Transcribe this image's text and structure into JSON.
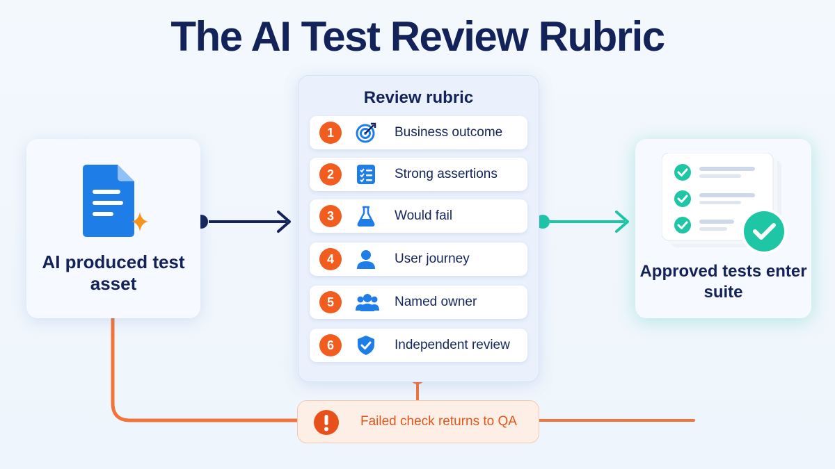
{
  "title": "The AI Test Review Rubric",
  "input": {
    "label": "AI produced test asset",
    "icon": "sparkle-document-icon"
  },
  "rubric": {
    "title": "Review rubric",
    "items": [
      {
        "number": "1",
        "label": "Business outcome",
        "icon": "target-icon"
      },
      {
        "number": "2",
        "label": "Strong assertions",
        "icon": "checklist-icon"
      },
      {
        "number": "3",
        "label": "Would fail",
        "icon": "flask-icon"
      },
      {
        "number": "4",
        "label": "User journey",
        "icon": "user-icon"
      },
      {
        "number": "5",
        "label": "Named owner",
        "icon": "team-icon"
      },
      {
        "number": "6",
        "label": "Independent review",
        "icon": "shield-check-icon"
      }
    ]
  },
  "output": {
    "label": "Approved tests enter suite",
    "icon": "approved-checklist-icon"
  },
  "feedback": {
    "label": "Failed check returns to QA",
    "icon": "alert-icon"
  },
  "colors": {
    "navy": "#13235a",
    "orange": "#f25c1f",
    "teal": "#1ec6a6",
    "blue": "#1f7de8"
  }
}
